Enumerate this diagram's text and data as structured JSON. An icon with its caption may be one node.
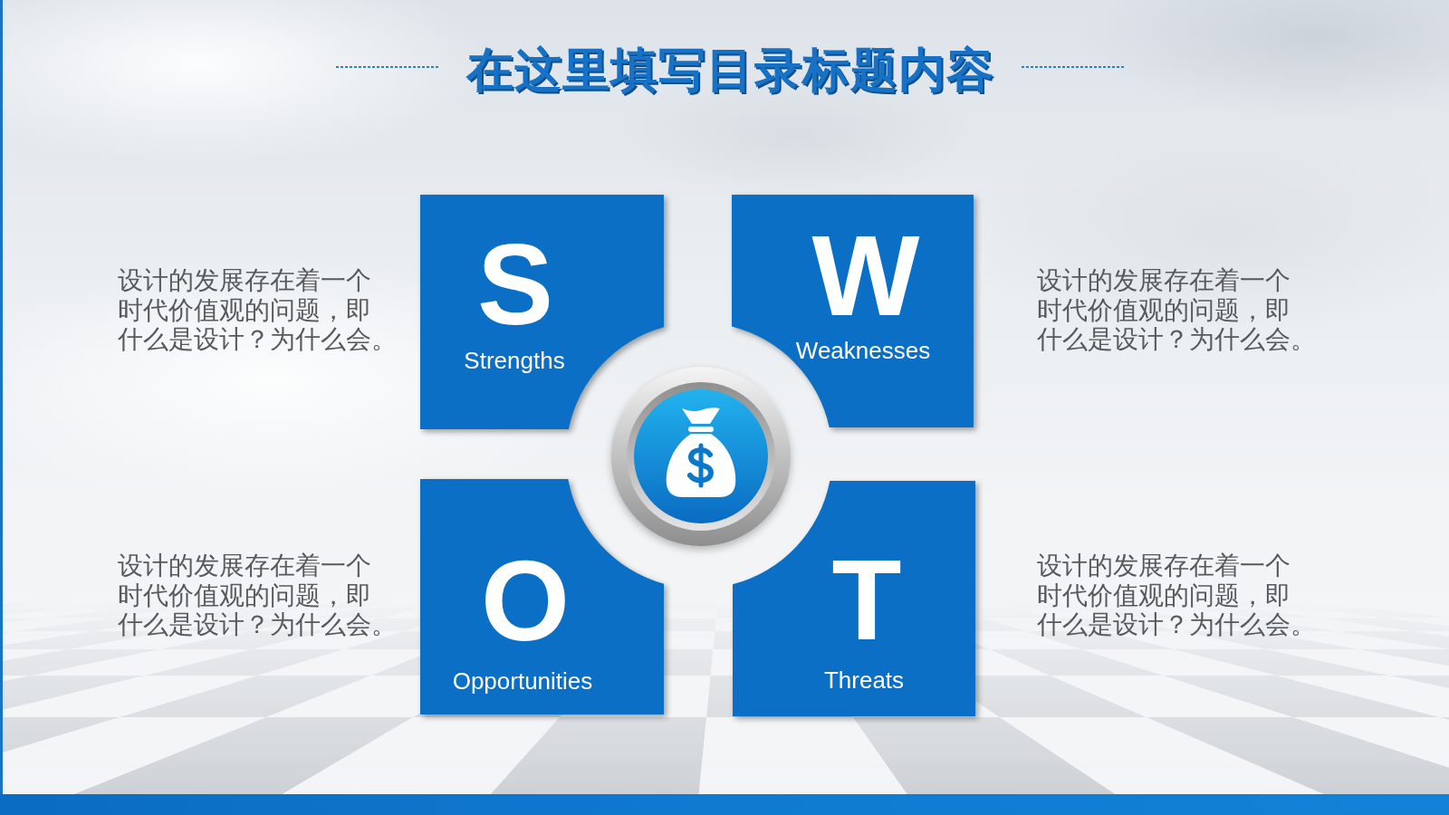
{
  "diagram": {
    "title": "在这里填写目录标题内容",
    "nodes": [
      {
        "text": [
          "S",
          "Strengths"
        ],
        "beside": [
          "设计的发展存在着一个时代价值观的问题，即什么是设计？为什么会。"
        ]
      },
      {
        "text": [
          "W",
          "Weaknesses"
        ],
        "beside": [
          "设计的发展存在着一个时代价值观的问题，即什么是设计？为什么会。"
        ]
      },
      {
        "text": [
          "O",
          "Opportunities"
        ],
        "beside": [
          "设计的发展存在着一个时代价值观的问题，即什么是设计？为什么会。"
        ]
      },
      {
        "text": [
          "T",
          "Threats"
        ],
        "beside": [
          "设计的发展存在着一个时代价值观的问题，即什么是设计？为什么会。"
        ]
      }
    ]
  }
}
